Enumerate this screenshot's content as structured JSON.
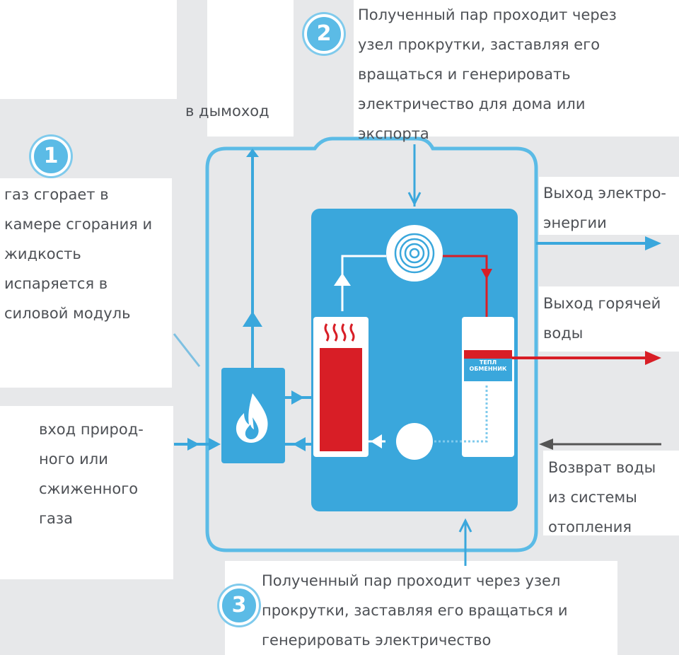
{
  "step1": {
    "number": "1",
    "text": "газ сгорает в\nкамере сгорания и\nжидкость\nиспаряется в\nсиловой модуль"
  },
  "step2": {
    "number": "2",
    "text": "Полученный пар проходит через\nузел прокрутки, заставляя его\nвращаться и генерировать\nэлектричество для дома или\nэкспорта"
  },
  "step3": {
    "number": "3",
    "text": "Полученный пар проходит через узел\nпрокрутки, заставляя его вращаться и\nгенерировать электричество"
  },
  "labels": {
    "chimney": "в дымоход",
    "electricity_out": "Выход электро-\nэнергии",
    "hot_water_out": "Выход горячей\nводы",
    "water_return": "Возврат воды\nиз системы\nотопления",
    "gas_in": "вход природ-\nного или\nсжиженного\nгаза",
    "exchanger": "ТЕПЛ\nОБМЕННИК"
  },
  "colors": {
    "accent_blue": "#3aa7dc",
    "light_blue": "#5bbbe6",
    "red": "#d81e26",
    "background": "#e7e8ea",
    "panel": "#ffffff"
  },
  "icons": [
    "flame-icon",
    "heat-waves-icon",
    "spiral-icon",
    "pump-icon"
  ]
}
